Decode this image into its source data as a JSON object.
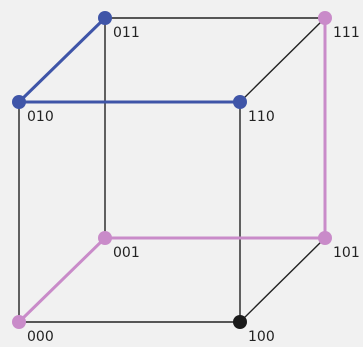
{
  "diagram": {
    "colors": {
      "background": "#f1f1f1",
      "default_edge": "#222222",
      "blue": "#3f55a8",
      "pink": "#c98bc9",
      "black_node": "#1a1a1a"
    },
    "nodes": [
      {
        "id": "000",
        "label": "000",
        "color": "pink"
      },
      {
        "id": "001",
        "label": "001",
        "color": "pink"
      },
      {
        "id": "010",
        "label": "010",
        "color": "blue"
      },
      {
        "id": "011",
        "label": "011",
        "color": "blue"
      },
      {
        "id": "100",
        "label": "100",
        "color": "black_node"
      },
      {
        "id": "101",
        "label": "101",
        "color": "pink"
      },
      {
        "id": "110",
        "label": "110",
        "color": "blue"
      },
      {
        "id": "111",
        "label": "111",
        "color": "pink"
      }
    ],
    "edges": [
      {
        "from": "000",
        "to": "100",
        "color": "default_edge"
      },
      {
        "from": "000",
        "to": "010",
        "color": "default_edge"
      },
      {
        "from": "001",
        "to": "011",
        "color": "default_edge"
      },
      {
        "from": "011",
        "to": "111",
        "color": "default_edge"
      },
      {
        "from": "111",
        "to": "110",
        "color": "default_edge"
      },
      {
        "from": "110",
        "to": "100",
        "color": "default_edge"
      },
      {
        "from": "100",
        "to": "101",
        "color": "default_edge"
      },
      {
        "from": "000",
        "to": "001",
        "color": "pink"
      },
      {
        "from": "001",
        "to": "101",
        "color": "pink"
      },
      {
        "from": "101",
        "to": "111",
        "color": "pink"
      },
      {
        "from": "010",
        "to": "011",
        "color": "blue"
      },
      {
        "from": "010",
        "to": "110",
        "color": "blue"
      }
    ]
  }
}
